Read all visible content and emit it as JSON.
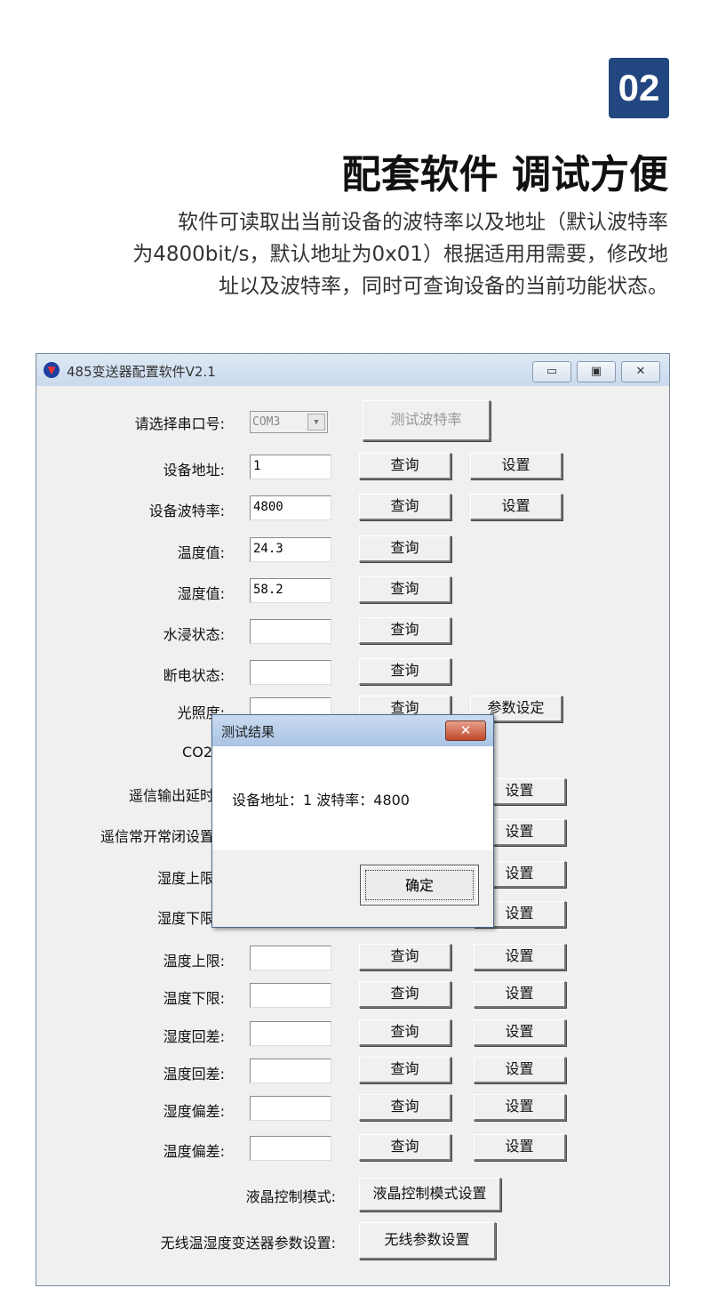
{
  "header": {
    "badge": "02",
    "title": "配套软件 调试方便",
    "description": [
      "软件可读取出当前设备的波特率以及地址（默认波特率",
      "为4800bit/s，默认地址为0x01）根据适用用需要，修改地",
      "址以及波特率，同时可查询设备的当前功能状态。"
    ]
  },
  "window": {
    "title": "485变送器配置软件V2.1",
    "minimize": "▭",
    "maximize": "▣",
    "close": "✕",
    "port_label": "请选择串口号:",
    "port_value": "COM3",
    "test_baud": "测试波特率",
    "query": "查询",
    "set": "设置",
    "rows": [
      {
        "label": "设备地址:",
        "value": "1"
      },
      {
        "label": "设备波特率:",
        "value": "4800"
      },
      {
        "label": "温度值:",
        "value": "24.3"
      },
      {
        "label": "湿度值:",
        "value": "58.2"
      },
      {
        "label": "水浸状态:",
        "value": ""
      },
      {
        "label": "断电状态:",
        "value": ""
      },
      {
        "label": "光照度:",
        "value": "",
        "extra": "参数设定"
      },
      {
        "label": "CO2"
      },
      {
        "label": "遥信输出延时"
      },
      {
        "label": "遥信常开常闭设置"
      },
      {
        "label": "湿度上限"
      },
      {
        "label": "湿度下限"
      },
      {
        "label": "温度上限:",
        "value": ""
      },
      {
        "label": "温度下限:",
        "value": ""
      },
      {
        "label": "湿度回差:",
        "value": ""
      },
      {
        "label": "温度回差:",
        "value": ""
      },
      {
        "label": "湿度偏差:",
        "value": ""
      },
      {
        "label": "温度偏差:",
        "value": ""
      }
    ],
    "lcd_label": "液晶控制模式:",
    "lcd_button": "液晶控制模式设置",
    "wireless_label": "无线温湿度变送器参数设置:",
    "wireless_button": "无线参数设置"
  },
  "dialog": {
    "title": "测试结果",
    "close": "✕",
    "message": "设备地址：1  波特率：4800",
    "ok": "确定"
  }
}
